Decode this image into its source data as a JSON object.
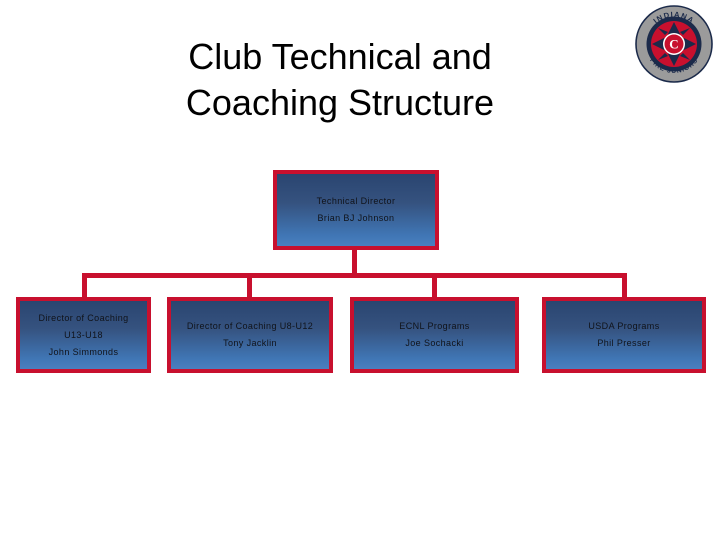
{
  "slide": {
    "title": "Club Technical and\nCoaching Structure"
  },
  "logo": {
    "name": "indiana-fire-juniors-crest",
    "top_text": "INDIANA",
    "bottom_text": "FIRE JUNIORS",
    "center_letter": "C",
    "ring_color": "#9a9a9a",
    "navy_color": "#1b2a4a",
    "red_color": "#c8102e"
  },
  "org_chart": {
    "border_color": "#c8102e",
    "fill_top_color": "#2a4570",
    "fill_bottom_color": "#4a7fbf",
    "connector_color": "#c8102e",
    "root": {
      "title": "Technical Director",
      "person": "Brian BJ Johnson"
    },
    "children": [
      {
        "title": "Director of Coaching",
        "range": "U13-U18",
        "person": "John Simmonds"
      },
      {
        "title": "Director of Coaching U8-U12",
        "range": "",
        "person": "Tony Jacklin"
      },
      {
        "title": "ECNL Programs",
        "range": "",
        "person": "Joe Sochacki"
      },
      {
        "title": "USDA Programs",
        "range": "",
        "person": "Phil Presser"
      }
    ]
  }
}
